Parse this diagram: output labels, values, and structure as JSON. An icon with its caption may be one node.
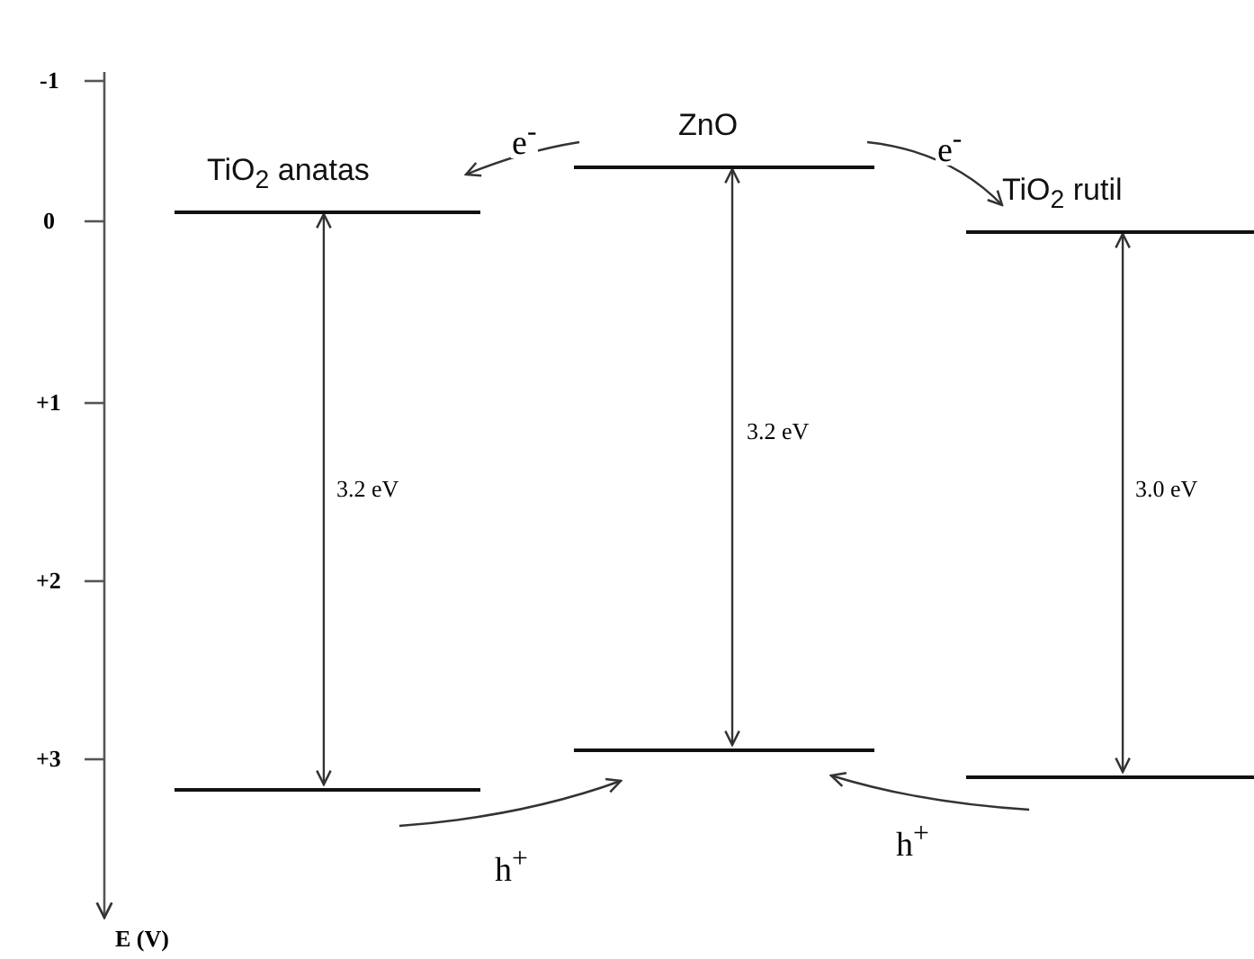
{
  "diagram": {
    "nodes": [
      {
        "text": [
          "TiO$_{2}$ anatas"
        ]
      },
      {
        "text": [
          "ZnO"
        ]
      },
      {
        "text": [
          "TiO$_{2}$ rutil"
        ]
      },
      {
        "text": [],
        "shape": "bar"
      },
      {
        "text": [],
        "shape": "bar"
      },
      {
        "text": [],
        "shape": "bar"
      }
    ],
    "edges": [
      {
        "from": 3,
        "to": 0,
        "arrow": "both",
        "label": "3.2 eV"
      },
      {
        "from": 4,
        "to": 1,
        "arrow": "both",
        "label": "3.2 eV"
      },
      {
        "from": 5,
        "to": 2,
        "arrow": "both",
        "label": "3.0 eV"
      },
      {
        "from": 1,
        "to": 0,
        "arrow": "to",
        "label": "e$^{-}$"
      },
      {
        "from": 1,
        "to": 2,
        "arrow": "to",
        "label": "e$^{-}$"
      },
      {
        "from": 3,
        "to": 4,
        "arrow": "to",
        "label": "h$^{+}$"
      },
      {
        "from": 5,
        "to": 4,
        "arrow": "to",
        "label": "h$^{+}$"
      }
    ],
    "labels": [
      "-1",
      "0",
      "+1",
      "+2",
      "+3",
      "E (V)"
    ]
  }
}
